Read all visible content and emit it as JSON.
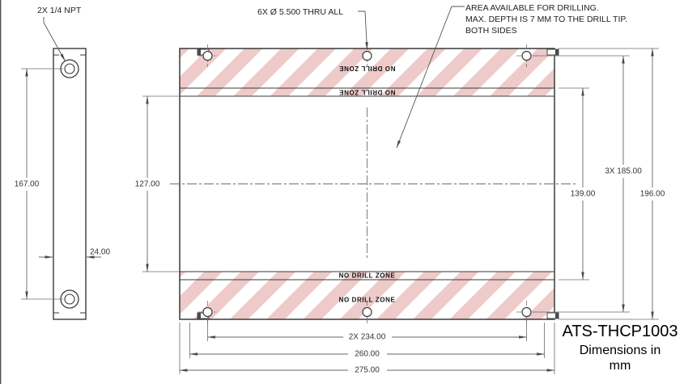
{
  "title_block": {
    "part_number": "ATS-THCP1003",
    "units_line1": "Dimensions in",
    "units_line2": "mm"
  },
  "callouts": {
    "npt": "2X 1/4 NPT",
    "holes": "6X Ø 5.500 THRU ALL",
    "drill_area": [
      "AREA AVAILABLE FOR DRILLING.",
      "MAX. DEPTH IS 7 MM TO THE DRILL TIP.",
      "BOTH SIDES"
    ]
  },
  "labels": {
    "no_drill_zone": "NO DRILL ZONE"
  },
  "dimensions": {
    "port_spacing": "167.00",
    "side_thickness": "24.00",
    "drill_height": "127.00",
    "inner_height": "139.00",
    "hole_rows": "3X 185.00",
    "plate_height": "196.00",
    "hole_cols": "2X 234.00",
    "inner_width": "260.00",
    "plate_width": "275.00"
  },
  "colors": {
    "hatch_stripe": "#eecaca",
    "object_line": "#3a3a3a",
    "dim_line": "#666666",
    "text": "#222222",
    "background": "#ffffff"
  }
}
